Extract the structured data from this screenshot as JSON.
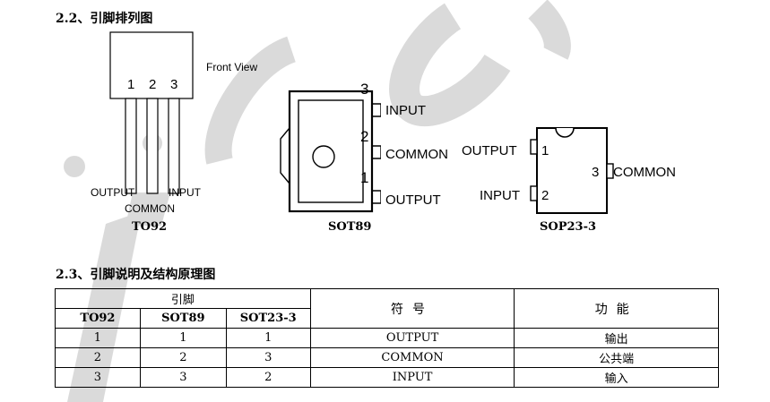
{
  "section_22": {
    "title": "2.2、引脚排列图"
  },
  "section_23": {
    "title": "2.3、引脚说明及结构原理图"
  },
  "to92": {
    "label": "TO92",
    "front_view": "Front View",
    "pin_nums": [
      "1",
      "2",
      "3"
    ],
    "pin_output": "OUTPUT",
    "pin_input": "INPUT",
    "pin_common": "COMMON"
  },
  "sot89": {
    "label": "SOT89",
    "pin_nums": [
      "3",
      "2",
      "1"
    ],
    "pin_names": [
      "INPUT",
      "COMMON",
      "OUTPUT"
    ]
  },
  "sop23": {
    "label": "SOP23-3",
    "pin1_name": "OUTPUT",
    "pin1_num": "1",
    "pin2_name": "INPUT",
    "pin2_num": "2",
    "pin3_name": "COMMON",
    "pin3_num": "3"
  },
  "table": {
    "group_header": "引脚",
    "col_headers": [
      "TO92",
      "SOT89",
      "SOT23-3"
    ],
    "symbol_header": "符号",
    "function_header": "功能",
    "rows": [
      {
        "to92": "1",
        "sot89": "1",
        "sot23": "1",
        "symbol": "OUTPUT",
        "function": "输出"
      },
      {
        "to92": "2",
        "sot89": "2",
        "sot23": "3",
        "symbol": "COMMON",
        "function": "公共端"
      },
      {
        "to92": "3",
        "sot89": "3",
        "sot23": "2",
        "symbol": "INPUT",
        "function": "输入"
      }
    ]
  },
  "colors": {
    "watermark": "#d4d4d4",
    "ink": "#000000"
  }
}
